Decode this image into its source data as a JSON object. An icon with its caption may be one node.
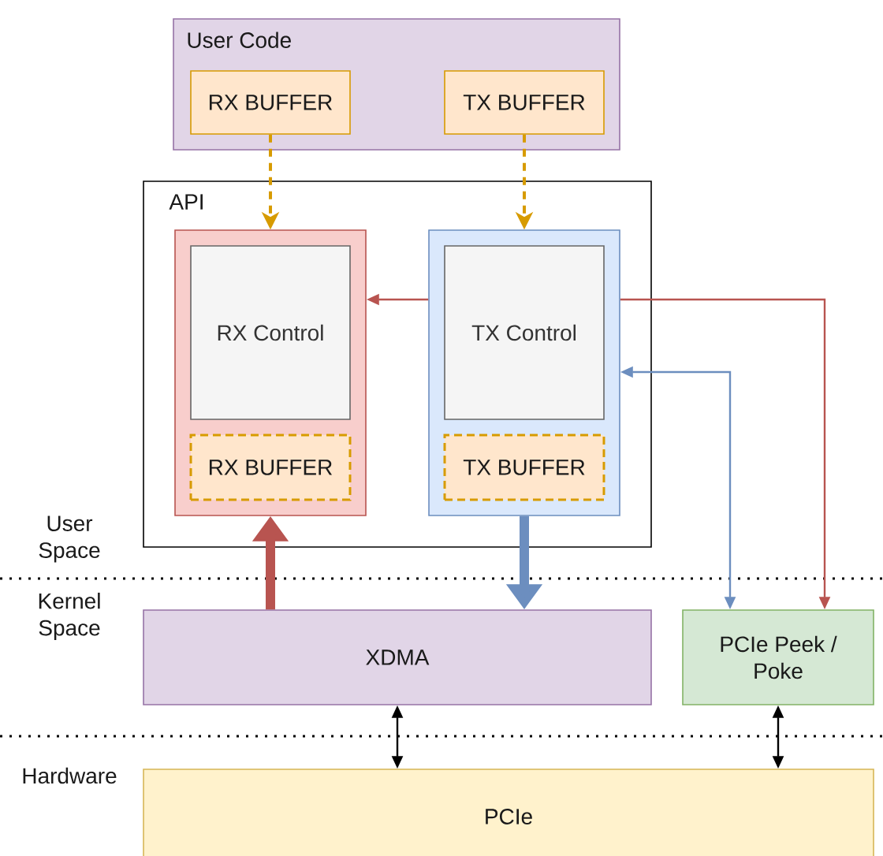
{
  "diagram": {
    "nodes": [
      {
        "text": [
          "User Code"
        ]
      },
      {
        "text": [
          "RX BUFFER"
        ],
        "in": 0
      },
      {
        "text": [
          "TX BUFFER"
        ],
        "in": 0
      },
      {
        "text": [
          "API"
        ]
      },
      {
        "text": [],
        "shape": "box",
        "in": 3
      },
      {
        "text": [
          "RX Control"
        ],
        "in": 4
      },
      {
        "text": [
          "RX BUFFER"
        ],
        "in": 4
      },
      {
        "text": [],
        "shape": "box",
        "in": 3
      },
      {
        "text": [
          "TX Control"
        ],
        "in": 7
      },
      {
        "text": [
          "TX BUFFER"
        ],
        "in": 7
      },
      {
        "text": [
          "XDMA"
        ]
      },
      {
        "text": [
          "PCIe Peek / Poke"
        ]
      },
      {
        "text": [
          "PCIe"
        ]
      }
    ],
    "edges": [
      {
        "from": 1,
        "to": 4,
        "arrow": "to",
        "style": "dashed",
        "color": "#d79b00"
      },
      {
        "from": 2,
        "to": 7,
        "arrow": "to",
        "style": "dashed",
        "color": "#d79b00"
      },
      {
        "from": 7,
        "to": 4,
        "arrow": "to",
        "color": "#b85450"
      },
      {
        "from": 7,
        "to": 11,
        "arrow": "to",
        "color": "#b85450"
      },
      {
        "from": 11,
        "to": 7,
        "arrow": "both",
        "color": "#6c8ebf"
      },
      {
        "from": 10,
        "to": 4,
        "arrow": "to",
        "style": "thick",
        "color": "#b85450"
      },
      {
        "from": 7,
        "to": 10,
        "arrow": "to",
        "style": "thick",
        "color": "#6c8ebf"
      },
      {
        "from": 10,
        "to": 12,
        "arrow": "both",
        "color": "#000000"
      },
      {
        "from": 11,
        "to": 12,
        "arrow": "both",
        "color": "#000000"
      }
    ],
    "labels": [
      "User Space",
      "Kernel Space",
      "Hardware"
    ]
  }
}
